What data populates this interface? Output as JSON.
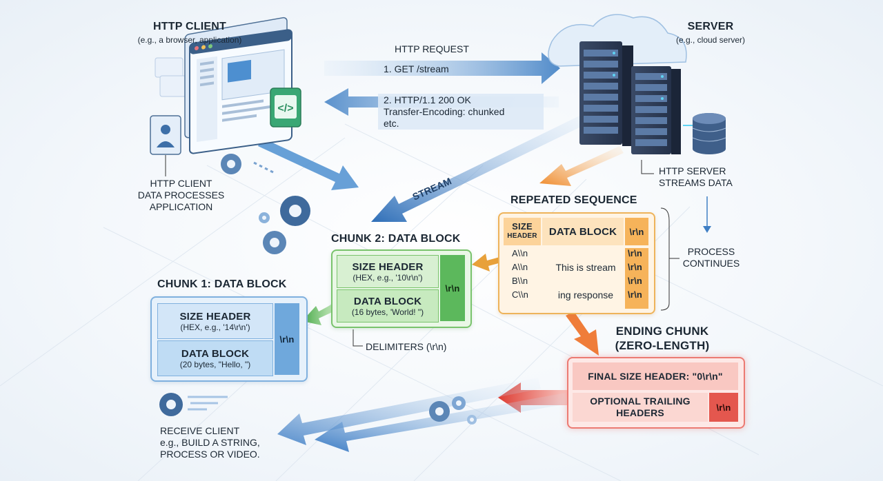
{
  "client": {
    "title": "HTTP CLIENT",
    "subtitle": "(e.g., a browser, application)",
    "process_label": [
      "HTTP CLIENT",
      "DATA PROCESSES",
      "APPLICATION"
    ]
  },
  "server": {
    "title": "SERVER",
    "subtitle": "(e.g., cloud server)",
    "streams_label": [
      "HTTP SERVER",
      "STREAMS DATA"
    ],
    "process_continues": [
      "PROCESS",
      "CONTINUES"
    ]
  },
  "request": {
    "label": "HTTP REQUEST",
    "line": "1. GET /stream"
  },
  "response": {
    "lines": [
      "2. HTTP/1.1 200 OK",
      "Transfer-Encoding: chunked",
      "etc."
    ]
  },
  "stream_label": "STREAM",
  "chunk1": {
    "title": "CHUNK 1: DATA BLOCK",
    "size_header": "SIZE HEADER",
    "size_detail": "(HEX, e.g., '14\\r\\n')",
    "data_block": "DATA BLOCK",
    "data_detail": "(20 bytes, \"Hello, \")",
    "delim": "\\r\\n"
  },
  "chunk2": {
    "title": "CHUNK 2: DATA BLOCK",
    "size_header": "SIZE HEADER",
    "size_detail": "(HEX, e.g., '10\\r\\n')",
    "data_block": "DATA BLOCK",
    "data_detail": "(16 bytes, 'World! \")",
    "delim": "\\r\\n",
    "delimiters_label": "DELIMITERS (\\r\\n)"
  },
  "repeated": {
    "title": "REPEATED SEQUENCE",
    "col_size": [
      "SIZE",
      "HEADER"
    ],
    "col_data": "DATA BLOCK",
    "col_delim": "\\r\\n",
    "rows": [
      {
        "size": "A\\\\n",
        "data": "",
        "delim": "\\r\\n"
      },
      {
        "size": "A\\\\n",
        "data": "This is stream",
        "delim": "\\r\\n"
      },
      {
        "size": "B\\\\n",
        "data": "",
        "delim": "\\r\\n"
      },
      {
        "size": "C\\\\n",
        "data": "ing response",
        "delim": "\\r\\n"
      }
    ]
  },
  "ending": {
    "title": [
      "ENDING CHUNK",
      "(ZERO-LENGTH)"
    ],
    "final_header": "FINAL SIZE HEADER: \"0\\r\\n\"",
    "trailing": [
      "OPTIONAL TRAILING",
      "HEADERS"
    ],
    "delim": "\\r\\n"
  },
  "receive": [
    "RECEIVE CLIENT",
    "e.g., BUILD A STRING,",
    "PROCESS OR VIDEO."
  ],
  "colors": {
    "blue": "#4d8fd0",
    "green": "#5cb85c",
    "orange": "#ef9a3a",
    "red": "#e4574e"
  }
}
